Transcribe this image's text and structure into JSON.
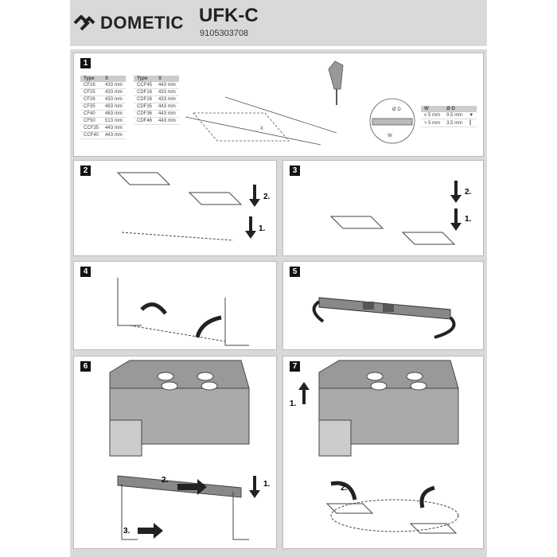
{
  "header": {
    "brand": "DOMETIC",
    "model": "UFK-C",
    "part_number": "9105303708"
  },
  "step1": {
    "number": "1",
    "table_headers": [
      "Type",
      "X"
    ],
    "table_left": [
      [
        "CF16",
        "433 mm"
      ],
      [
        "CF25",
        "433 mm"
      ],
      [
        "CF26",
        "433 mm"
      ],
      [
        "CF35",
        "463 mm"
      ],
      [
        "CF40",
        "463 mm"
      ],
      [
        "CF50",
        "513 mm"
      ],
      [
        "CCF35",
        "443 mm"
      ],
      [
        "CCF40",
        "443 mm"
      ]
    ],
    "table_right": [
      [
        "CCF45",
        "443 mm"
      ],
      [
        "CDF16",
        "433 mm"
      ],
      [
        "CDF26",
        "433 mm"
      ],
      [
        "CDF35",
        "443 mm"
      ],
      [
        "CDF36",
        "443 mm"
      ],
      [
        "CDF46",
        "443 mm"
      ]
    ],
    "screw_headers": [
      "W",
      "Ø D"
    ],
    "screw_rows": [
      [
        "≤ 5 mm",
        "9,5 mm"
      ],
      [
        "> 5 mm",
        "3,5 mm"
      ]
    ],
    "labels": {
      "d": "Ø D",
      "w": "W",
      "x": "X"
    }
  },
  "steps": [
    {
      "number": "2",
      "labels": [
        "2.",
        "1."
      ]
    },
    {
      "number": "3",
      "labels": [
        "2.",
        "1."
      ]
    },
    {
      "number": "4",
      "labels": []
    },
    {
      "number": "5",
      "labels": []
    },
    {
      "number": "6",
      "labels": [
        "2.",
        "1.",
        "3."
      ]
    },
    {
      "number": "7",
      "labels": [
        "1.",
        "2."
      ]
    }
  ]
}
